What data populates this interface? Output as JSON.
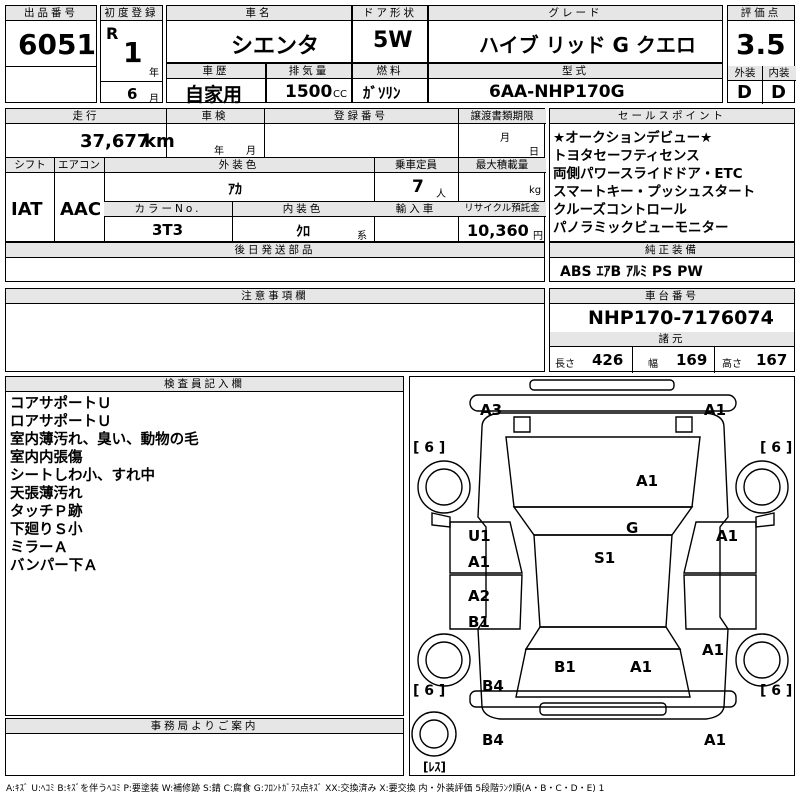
{
  "lot": {
    "label": "出品番号",
    "value": "6051"
  },
  "first_reg": {
    "label": "初度登録",
    "era": "R",
    "year": "1",
    "year_unit": "年",
    "month": "6",
    "month_unit": "月"
  },
  "car_name": {
    "label": "車名",
    "value": "シエンタ"
  },
  "doors": {
    "label": "ドア形状",
    "value": "5W"
  },
  "grade": {
    "label": "グレード",
    "value": "ハイブ リッド G クエロ"
  },
  "score": {
    "label": "評価点",
    "value": "3.5"
  },
  "exterior": {
    "label": "外装",
    "value": "D"
  },
  "interior": {
    "label": "内装",
    "value": "D"
  },
  "history": {
    "label": "車歴",
    "value": "自家用"
  },
  "displacement": {
    "label": "排気量",
    "value": "1500",
    "unit": "CC"
  },
  "fuel": {
    "label": "燃料",
    "value": "ｶﾞｿﾘﾝ"
  },
  "model": {
    "label": "型式",
    "value": "6AA-NHP170G"
  },
  "mileage": {
    "label": "走行",
    "value": "37,677",
    "unit": "km"
  },
  "inspection": {
    "label": "車検",
    "year_unit": "年",
    "month_unit": "月"
  },
  "registration_no": {
    "label": "登録番号"
  },
  "transfer": {
    "label": "譲渡書類期限",
    "month_unit": "月",
    "day_unit": "日"
  },
  "shift": {
    "label": "シフト",
    "value": "IAT"
  },
  "aircon": {
    "label": "エアコン",
    "value": "AAC"
  },
  "ext_color": {
    "label": "外装色",
    "value": "ｱｶ"
  },
  "capacity": {
    "label": "乗車定員",
    "value": "7",
    "unit": "人"
  },
  "max_load": {
    "label": "最大積載量",
    "unit": "kg"
  },
  "color_no": {
    "label": "カラーNo.",
    "value": "3T3"
  },
  "int_color": {
    "label": "内装色",
    "value": "ｸﾛ",
    "unit": "系"
  },
  "import": {
    "label": "輸入車"
  },
  "recycle": {
    "label": "リサイクル預託金",
    "value": "10,360",
    "unit": "円"
  },
  "later_parts": {
    "label": "後日発送部品"
  },
  "notes": {
    "label": "注意事項欄"
  },
  "sales_points": {
    "label": "セールスポイント",
    "items": [
      "★オークションデビュー★",
      "トヨタセーフティセンス",
      "両側パワースライドドア・ETC",
      "スマートキー・プッシュスタート",
      "クルーズコントロール",
      "パノラミックビューモニター"
    ]
  },
  "equipment": {
    "label": "純正装備",
    "value": "ABS ｴｱB ｱﾙﾐ PS PW"
  },
  "chassis": {
    "label": "車台番号",
    "value": "NHP170-7176074"
  },
  "dims": {
    "label": "諸元",
    "length_label": "長さ",
    "length": "426",
    "width_label": "幅",
    "width": "169",
    "height_label": "高さ",
    "height": "167"
  },
  "inspector": {
    "label": "検査員記入欄",
    "lines": [
      "コアサポートＵ",
      "ロアサポートＵ",
      "室内薄汚れ、臭い、動物の毛",
      "室内内張傷",
      "シートしわ小、すれ中",
      "天張薄汚れ",
      "タッチＰ跡",
      "下廻りＳ小",
      "ミラーＡ",
      "バンパー下Ａ"
    ]
  },
  "office": {
    "label": "事務局よりご案内"
  },
  "diagram": {
    "marks": {
      "a3_front_left": "A3",
      "a1_front_right": "A1",
      "tire_fl": "[ 6 ]",
      "tire_fr": "[ 6 ]",
      "a1_hood": "A1",
      "g_windshield": "G",
      "u1_left": "U1",
      "a1_left_front_door": "A1",
      "a1_right_fender": "A1",
      "s1_roof": "S1",
      "a2_left_rear_door": "A2",
      "b1_left_rear_door": "B1",
      "a1_right_rear": "A1",
      "b1_rear": "B1",
      "a1_rear": "A1",
      "b4_left_quarter": "B4",
      "tire_rl": "[ 6 ]",
      "tire_rr": "[ 6 ]",
      "b4_rear_bumper": "B4",
      "a1_rear_bumper": "A1",
      "spare": "[ﾚｽ]"
    }
  },
  "legend": "A:ｷｽﾞ U:ﾍｺﾐ B:ｷｽﾞを伴うﾍｺﾐ P:要塗装 W:補修跡 S:錆 C:腐食 G:ﾌﾛﾝﾄｶﾞﾗｽ点ｷｽﾞ XX:交換済み X:要交換 内・外装評価 5段階ﾗﾝｸ順(A・B・C・D・E) 1"
}
